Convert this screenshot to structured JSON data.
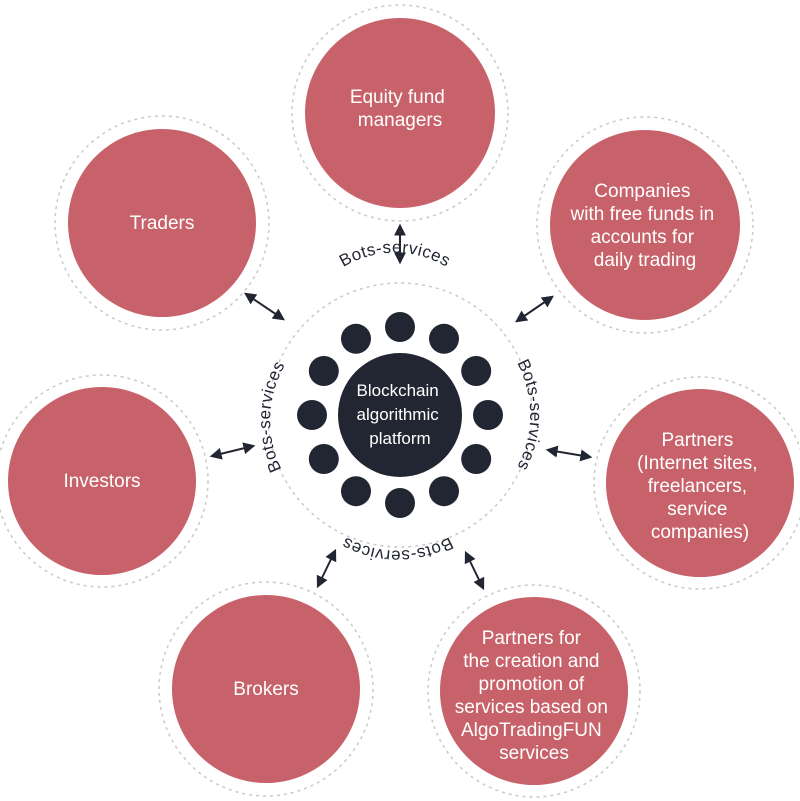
{
  "colors": {
    "node_fill": "#c8626a",
    "dot_fill": "#222633",
    "dashed_outline": "#c9c9c9",
    "arrow": "#222633",
    "text_on_node": "#ffffff"
  },
  "center": {
    "lines": [
      "Blockchain",
      "algorithmic",
      "platform"
    ],
    "ring_labels": [
      "Bots-services",
      "Bots-services",
      "Bots-services",
      "Bots-services"
    ]
  },
  "nodes": [
    {
      "id": "equity",
      "lines": [
        "Equity fund",
        "managers"
      ]
    },
    {
      "id": "traders",
      "lines": [
        "Traders"
      ]
    },
    {
      "id": "companies",
      "lines": [
        "Companies",
        "with free funds in",
        "accounts for",
        "daily trading"
      ]
    },
    {
      "id": "investors",
      "lines": [
        "Investors"
      ]
    },
    {
      "id": "partners",
      "lines": [
        "Partners",
        "(Internet sites,",
        "freelancers,",
        "service",
        "companies)"
      ]
    },
    {
      "id": "brokers",
      "lines": [
        "Brokers"
      ]
    },
    {
      "id": "partners-creation",
      "lines": [
        "Partners for",
        "the creation and",
        "promotion of",
        "services based on",
        "AlgoTradingFUN",
        "services"
      ]
    }
  ]
}
